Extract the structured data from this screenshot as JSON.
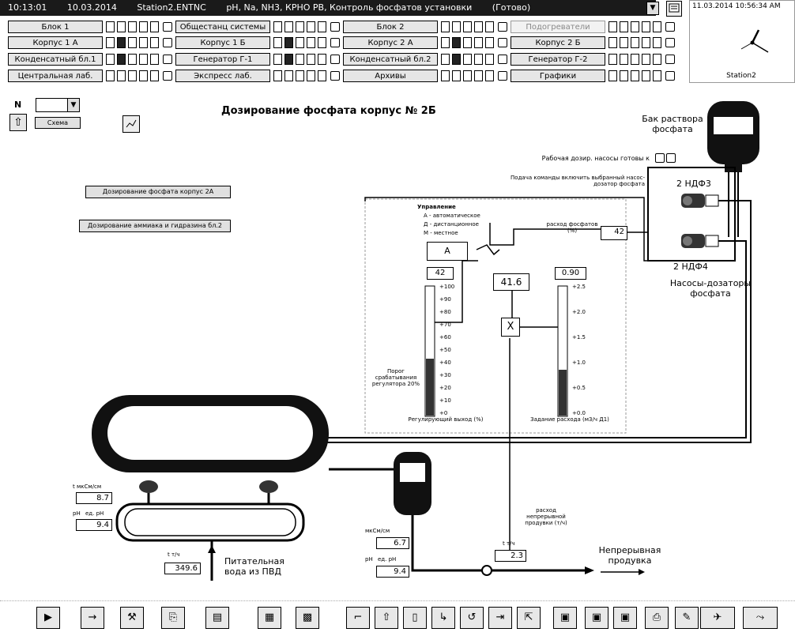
{
  "window": {
    "title_segments": [
      "10:13:01",
      "10.03.2014",
      "Station2.ENTNC",
      "pH, Na, NH3, КРНО РВ, Контроль фосфатов установки",
      "(Готово)"
    ],
    "clock_date": "11.03.2014 10:56:34 AM",
    "user": "Station2"
  },
  "nav": {
    "row1": [
      "Блок 1",
      "Общестанц системы",
      "Блок 2",
      "Подогреватели"
    ],
    "row2": [
      "Корпус 1 А",
      "Корпус 1 Б",
      "Корпус 2 А",
      "Корпус 2 Б"
    ],
    "row3": [
      "Конденсатный бл.1",
      "Генератор Г-1",
      "Конденсатный бл.2",
      "Генератор Г-2"
    ],
    "row4": [
      "Центральная лаб.",
      "Экспресс лаб.",
      "Архивы",
      "Графики"
    ]
  },
  "main": {
    "n_label": "N",
    "n_value": "",
    "scheme_button": "Схема",
    "title": "Дозирование фосфата корпус № 2Б",
    "link1": "Дозирование фосфата корпус 2А",
    "link2": "Дозирование аммиака и гидразина бл.2",
    "tank_label": "Бак раствора фосфата",
    "pump_ready": "Рабочая дозир. насосы готовы к",
    "pump_auto_text": "Подача команды включить выбранный насос-дозатор фосфата",
    "pump1_label": "2 НДФ3",
    "pump2_label": "2 НДФ4",
    "pumps_caption": "Насосы-дозаторы фосфата",
    "control_title": "Управление",
    "control_a": "А - автоматическое",
    "control_d": "Д - дистанционное",
    "control_m": "М - местное",
    "mode_value": "А",
    "flow_label": "расход фосфатов (%)",
    "flow_value": "42",
    "out_value": "41.6",
    "mult_symbol": "X",
    "gauge1_value": "42",
    "gauge1_ticks": [
      "+100",
      "+90",
      "+80",
      "+70",
      "+60",
      "+50",
      "+40",
      "+30",
      "+20",
      "+10",
      "+0"
    ],
    "gauge1_caption": "Регулирующий выход (%)",
    "gauge1_side": "Порог срабатывания регулятора 20%",
    "gauge2_value": "0.90",
    "gauge2_ticks": [
      "+2.5",
      "+2.0",
      "+1.5",
      "+1.0",
      "+0.5",
      "+0.0"
    ],
    "gauge2_caption": "Задание расхода (м3/ч Д1)",
    "drum_t_label": "t мкСм/см",
    "drum_t_value": "8.7",
    "drum_ph_label": "pH",
    "drum_ph_unit": "ед. pH",
    "drum_ph_value": "9.4",
    "feed_label": "t  т/ч",
    "feed_value": "349.6",
    "feed_caption": "Питательная вода из ПВД",
    "sample_t_label": "мкСм/см",
    "sample_t_value": "6.7",
    "sample_ph_label": "pH",
    "sample_ph_unit": "ед. pH",
    "sample_ph_value": "9.4",
    "purge_label": "t  т/ч",
    "purge_value": "2.3",
    "purge_flow_label": "расход непрерывной продувки (т/ч)",
    "purge_caption": "Непрерывная продувка"
  },
  "toolbar": {
    "icons": [
      "play-icon",
      "arrow-right-icon",
      "tools-icon",
      "copy-icon",
      "chart-icon",
      "table-icon",
      "grid-icon",
      "bracket-icon",
      "up-arrow-icon",
      "page-icon",
      "step-icon",
      "undo-icon",
      "forward-icon",
      "select-icon",
      "screen1-icon",
      "screen2-icon",
      "screen3-icon",
      "print-icon",
      "pen-icon",
      "plane-icon",
      "exit-icon"
    ],
    "glyphs": [
      "▶",
      "→",
      "⚒",
      "⎘",
      "▤",
      "▦",
      "▩",
      "⌐",
      "⇧",
      "▯",
      "↳",
      "↺",
      "⇥",
      "⇱",
      "▣",
      "▣",
      "▣",
      "⎙",
      "✎",
      "✈",
      "⤳"
    ]
  }
}
